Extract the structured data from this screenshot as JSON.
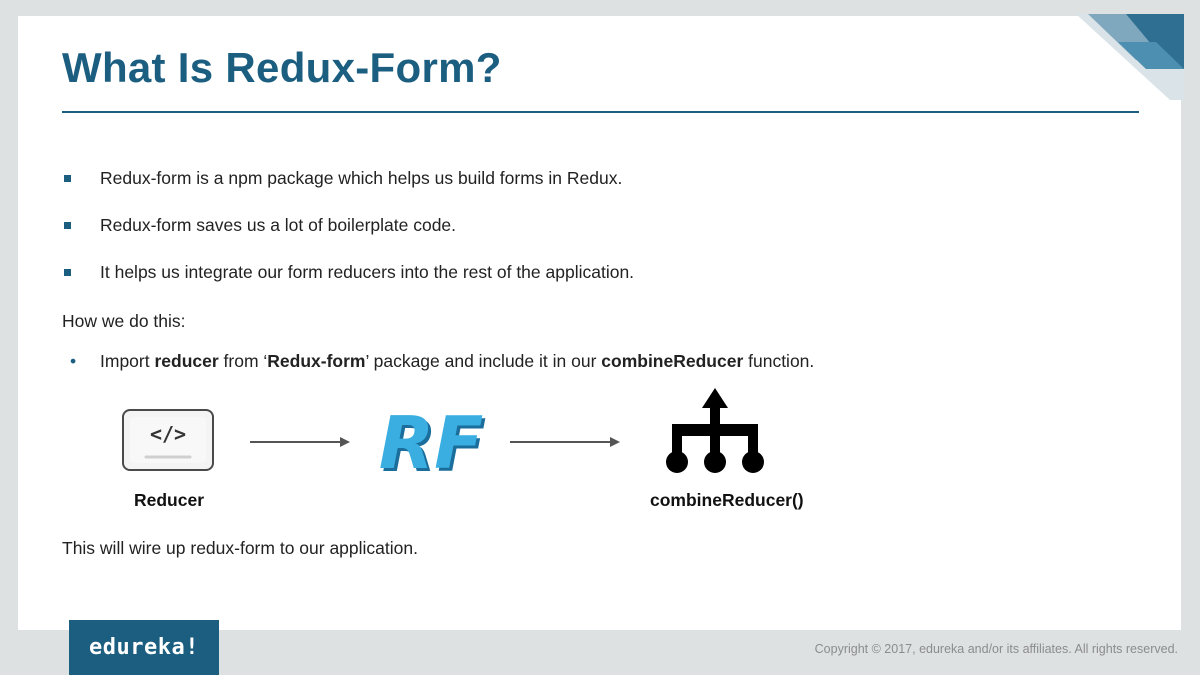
{
  "slide": {
    "title": "What Is Redux-Form?",
    "bullets": [
      "Redux-form is a npm package which helps us build forms in Redux.",
      "Redux-form saves us a lot of boilerplate code.",
      "It helps us integrate our form reducers into the rest of the application."
    ],
    "how_text": "How we do this:",
    "sub_bullet": {
      "dot": "•",
      "p1": "Import ",
      "b1": "reducer",
      "p2": "  from ‘",
      "b2": "Redux-form",
      "p3": "’ package and include it in our ",
      "b3": "combineReducer",
      "p4": " function."
    },
    "diagram": {
      "reducer_icon": "code-icon",
      "reducer_glyph": "</>",
      "reducer_label": "Reducer",
      "rf_icon": "redux-form-logo-icon",
      "rf_text": "RF",
      "combine_icon": "hierarchy-icon",
      "combine_label": "combineReducer()"
    },
    "closing_text": "This will wire up redux-form to our application."
  },
  "footer": {
    "logo": "edureka!",
    "copyright": "Copyright © 2017, edureka and/or its affiliates. All rights reserved."
  },
  "colors": {
    "accent": "#1b5e80",
    "rf_logo": "#2fa3d6",
    "background": "#dde1e2"
  }
}
